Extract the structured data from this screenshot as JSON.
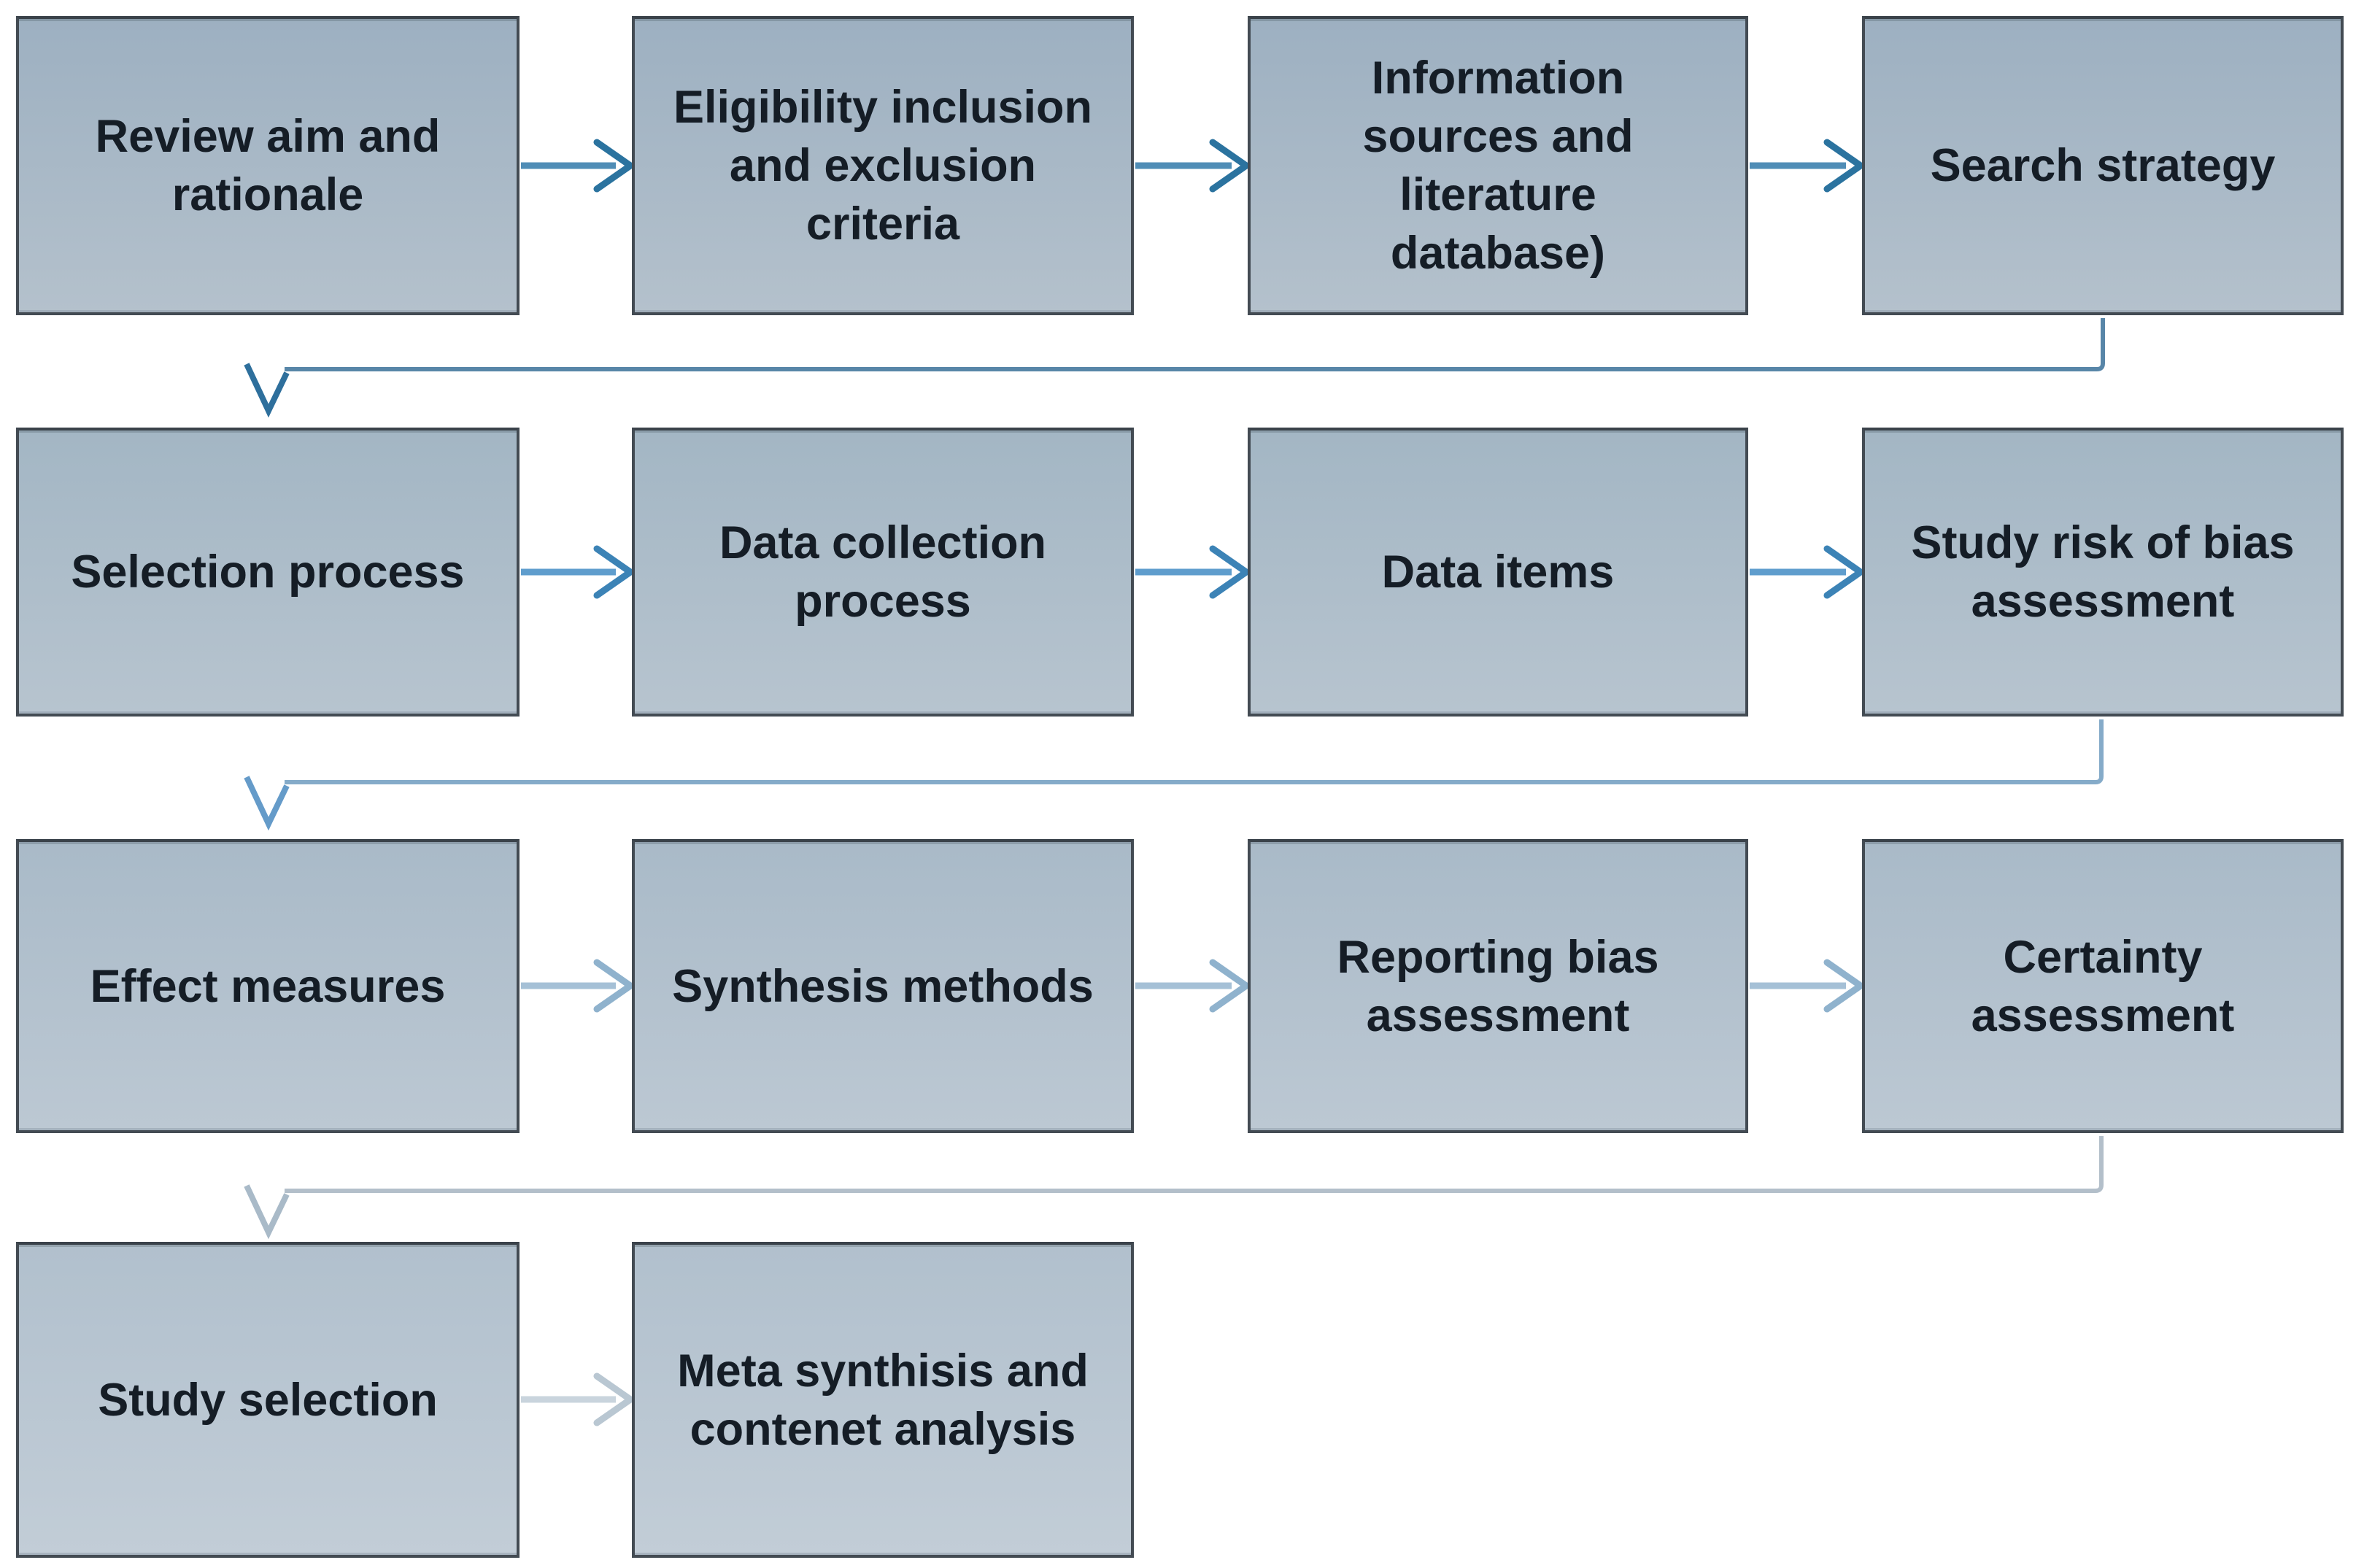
{
  "diagram": {
    "type": "flowchart",
    "background": "#ffffff",
    "rows": [
      {
        "boxes": [
          {
            "label": "Review aim and\nrationale"
          },
          {
            "label": "Eligibility inclusion\nand exclusion\ncriteria"
          },
          {
            "label": "Information\nsources and\nliterature\ndatabase)"
          },
          {
            "label": "Search strategy"
          }
        ]
      },
      {
        "boxes": [
          {
            "label": "Selection process"
          },
          {
            "label": "Data collection\nprocess"
          },
          {
            "label": "Data items"
          },
          {
            "label": "Study risk of bias\nassessment"
          }
        ]
      },
      {
        "boxes": [
          {
            "label": "Effect measures"
          },
          {
            "label": "Synthesis methods"
          },
          {
            "label": "Reporting bias\nassessment"
          },
          {
            "label": "Certainty\nassessment"
          }
        ]
      },
      {
        "boxes": [
          {
            "label": "Study selection"
          },
          {
            "label": "Meta synthisis and\ncontenet analysis"
          }
        ]
      }
    ],
    "flow_order": [
      "Review aim and rationale",
      "Eligibility inclusion and exclusion criteria",
      "Information sources and literature database)",
      "Search strategy",
      "Selection process",
      "Data collection process",
      "Data items",
      "Study risk of bias assessment",
      "Effect measures",
      "Synthesis methods",
      "Reporting bias assessment",
      "Certainty assessment",
      "Study selection",
      "Meta synthisis and contenet analysis"
    ]
  },
  "colors": {
    "box_border": "#434b53",
    "text": "#151d26",
    "arrow_row1_shaft": "#4f8db6",
    "arrow_row1_head": "#2b739f",
    "arrow_row2_shaft": "#5f9dcd",
    "arrow_row2_head": "#3c83b6",
    "arrow_row3_shaft": "#a5c0d6",
    "arrow_row3_head": "#8fb2cd",
    "arrow_row4_shaft": "#c9d4dd",
    "arrow_row4_head": "#b9c7d2",
    "conn1_line": "#5886a8",
    "conn1_head": "#2e6f9c",
    "conn2_line": "#85abc9",
    "conn2_head": "#659bc9",
    "conn3_line": "#b3bfca",
    "conn3_head": "#a9bac8"
  }
}
